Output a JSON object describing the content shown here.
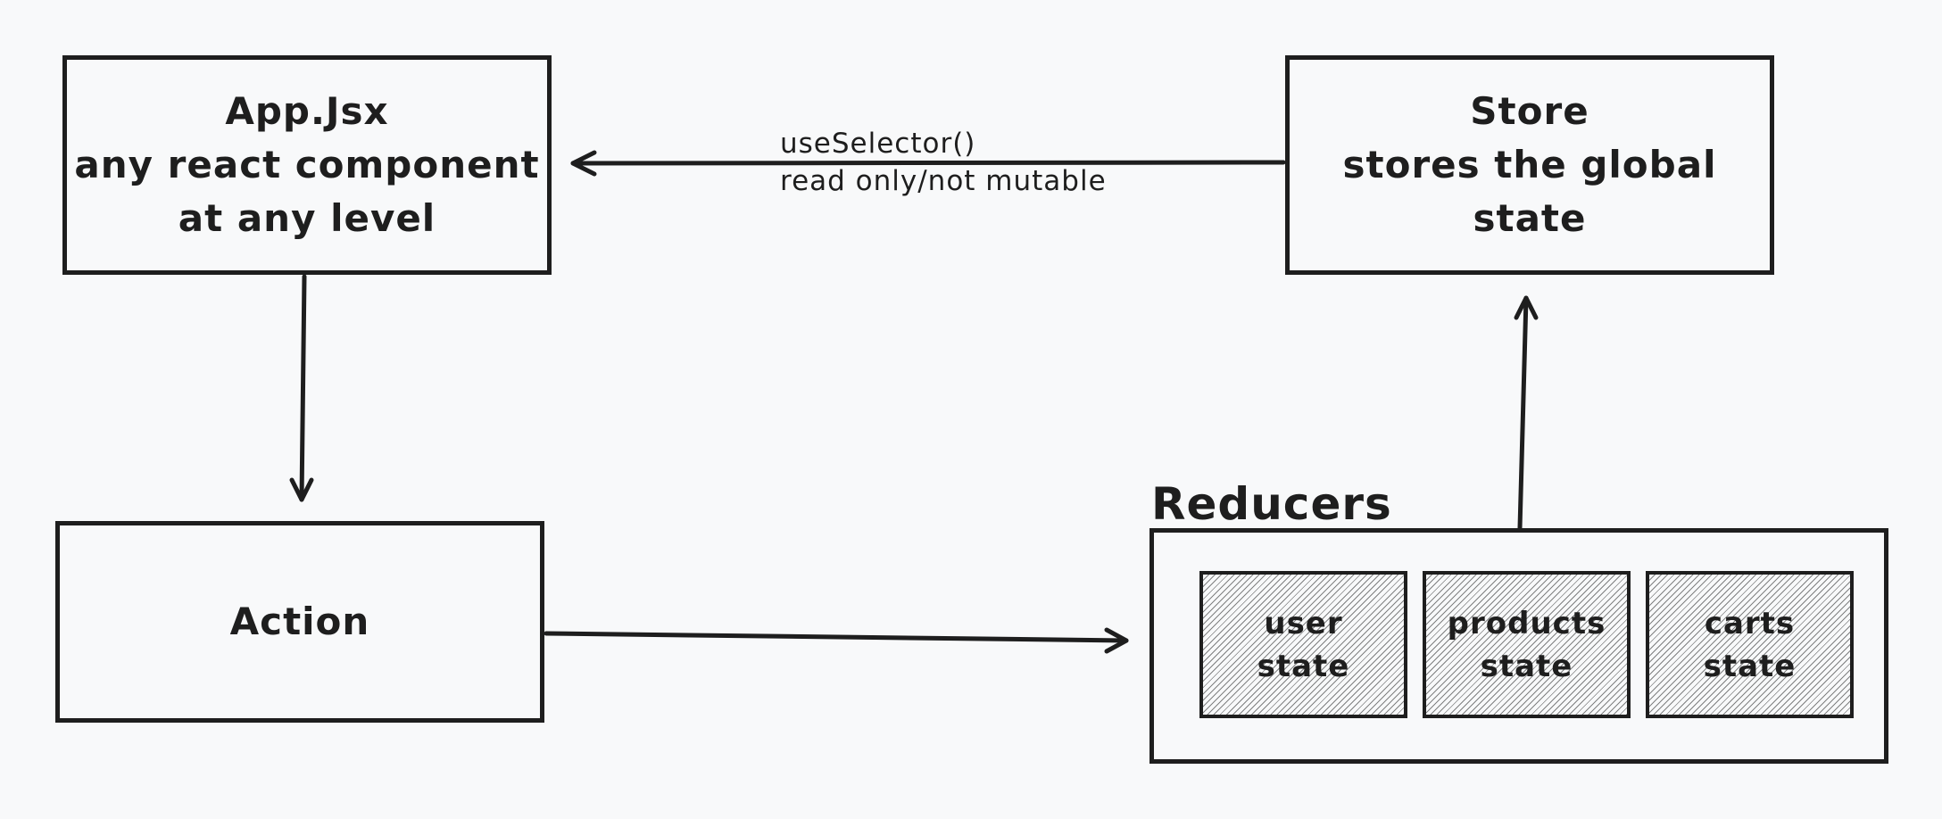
{
  "nodes": {
    "app": {
      "line1": "App.Jsx",
      "line2": "any react component",
      "line3": "at any level"
    },
    "store": {
      "line1": "Store",
      "line2": "stores the global",
      "line3": "state"
    },
    "action": {
      "label": "Action"
    },
    "reducers": {
      "title": "Reducers",
      "states": [
        {
          "line1": "user",
          "line2": "state"
        },
        {
          "line1": "products",
          "line2": "state"
        },
        {
          "line1": "carts",
          "line2": "state"
        }
      ]
    }
  },
  "edges": {
    "store_to_app": {
      "line1": "useSelector()",
      "line2": "read only/not mutable"
    }
  },
  "colors": {
    "stroke": "#1e1e1e",
    "background": "#f8f9fa"
  }
}
